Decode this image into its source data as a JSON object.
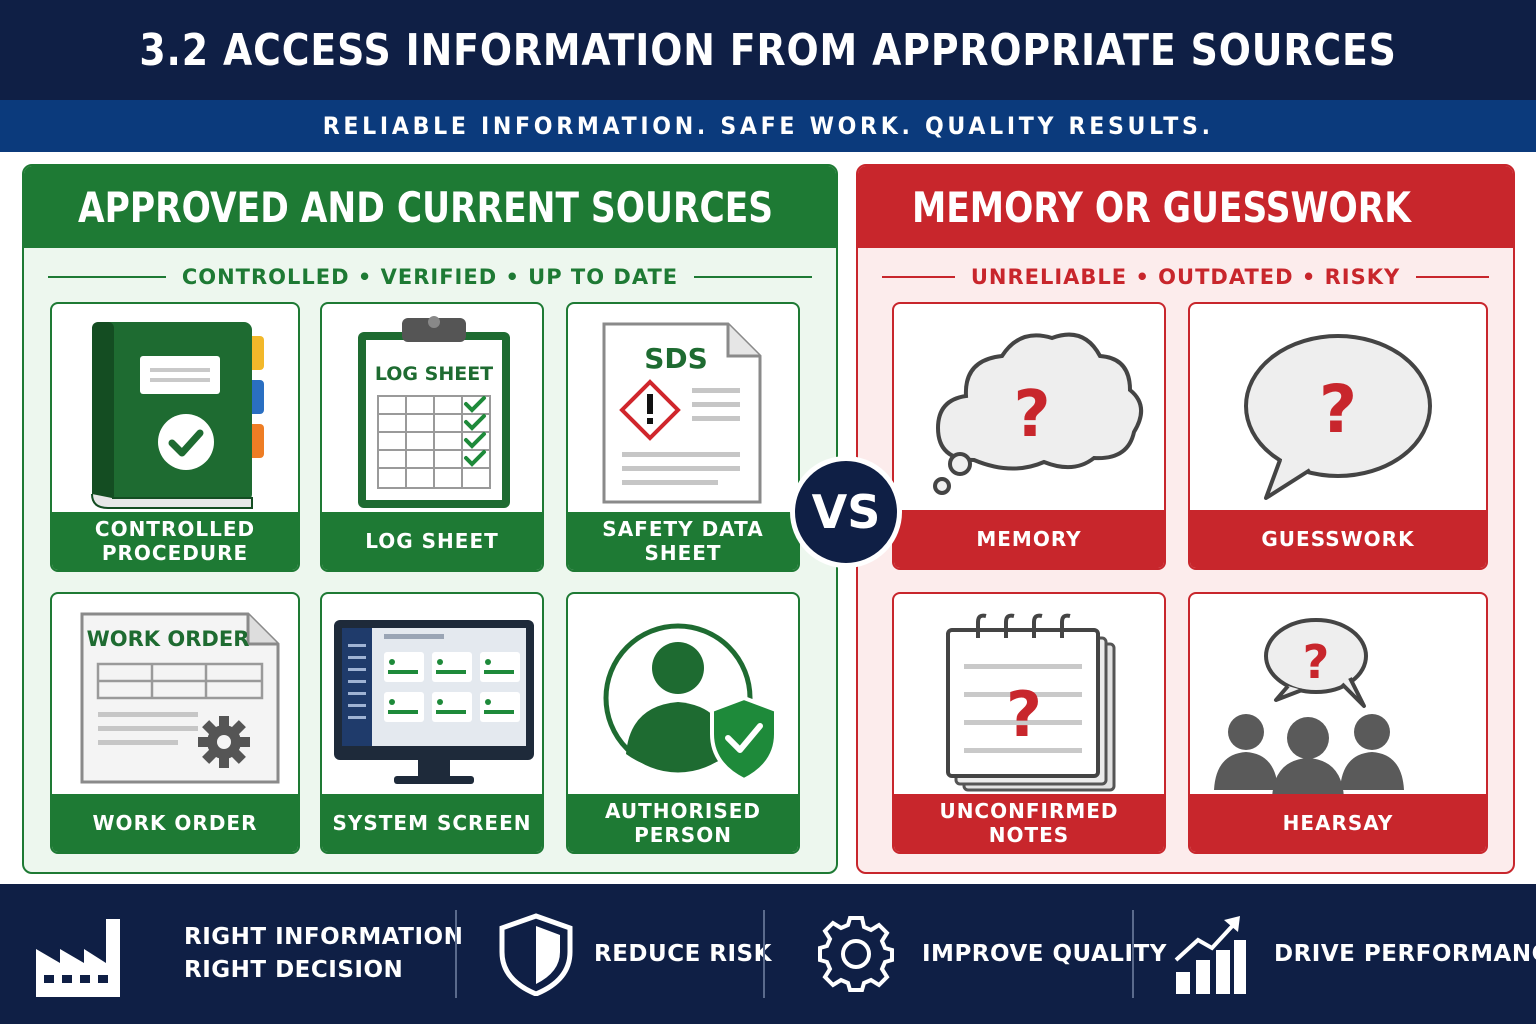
{
  "header": {
    "title": "3.2 ACCESS INFORMATION FROM APPROPRIATE SOURCES"
  },
  "subheader": {
    "text": "RELIABLE INFORMATION. SAFE WORK. QUALITY RESULTS."
  },
  "left_panel": {
    "title": "APPROVED AND CURRENT SOURCES",
    "tagline": "CONTROLLED • VERIFIED • UP TO DATE",
    "color": "#1e7a34",
    "cards": [
      {
        "label": "CONTROLLED\nPROCEDURE",
        "icon": "procedure-binder-icon"
      },
      {
        "label": "LOG SHEET",
        "icon": "log-sheet-clipboard-icon",
        "icon_text": "LOG SHEET"
      },
      {
        "label": "SAFETY DATA\nSHEET",
        "icon": "sds-document-icon",
        "icon_text": "SDS"
      },
      {
        "label": "WORK ORDER",
        "icon": "work-order-document-icon",
        "icon_text": "WORK ORDER"
      },
      {
        "label": "SYSTEM SCREEN",
        "icon": "computer-monitor-icon"
      },
      {
        "label": "AUTHORISED\nPERSON",
        "icon": "authorised-person-shield-icon"
      }
    ]
  },
  "vs": {
    "text": "VS"
  },
  "right_panel": {
    "title": "MEMORY OR GUESSWORK",
    "tagline": "UNRELIABLE • OUTDATED • RISKY",
    "color": "#c8262c",
    "cards": [
      {
        "label": "MEMORY",
        "icon": "thought-cloud-question-icon"
      },
      {
        "label": "GUESSWORK",
        "icon": "speech-bubble-question-icon"
      },
      {
        "label": "UNCONFIRMED\nNOTES",
        "icon": "notepad-question-icon"
      },
      {
        "label": "HEARSAY",
        "icon": "people-question-icon"
      }
    ]
  },
  "footer": {
    "items": [
      {
        "text": "RIGHT INFORMATION\nRIGHT DECISION",
        "icon": "factory-icon"
      },
      {
        "text": "REDUCE RISK",
        "icon": "shield-icon"
      },
      {
        "text": "IMPROVE QUALITY",
        "icon": "gear-icon"
      },
      {
        "text": "DRIVE PERFORMANCE",
        "icon": "growth-chart-icon"
      }
    ]
  }
}
